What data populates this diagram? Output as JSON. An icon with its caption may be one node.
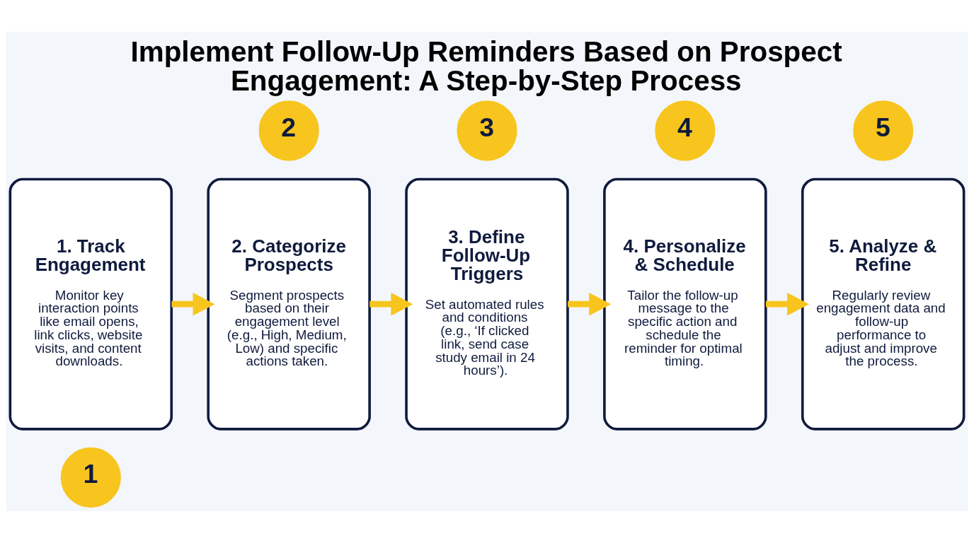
{
  "diagram": {
    "title": "Implement Follow-Up Reminders Based on Prospect Engagement: A Step-by-Step Process",
    "nodes": [
      {
        "text": [
          "1"
        ]
      },
      {
        "text": [
          "1. Track Engagement",
          "Monitor key interaction points like email opens, link clicks, website visits, and content downloads."
        ]
      },
      {
        "text": [
          "2"
        ]
      },
      {
        "text": [
          "2. Categorize Prospects",
          "Segment prospects based on their engagement level (e.g., High, Medium, Low) and specific actions taken."
        ]
      },
      {
        "text": [
          "3"
        ]
      },
      {
        "text": [
          "3. Define Follow-Up Triggers",
          "Set automated rules and conditions (e.g., ‘If clicked link, send case study email in 24 hours’)."
        ]
      },
      {
        "text": [
          "4"
        ]
      },
      {
        "text": [
          "4. Personalize & Schedule",
          "Tailor the follow-up message to the specific action and schedule the reminder for optimal timing."
        ]
      },
      {
        "text": [
          "5"
        ]
      },
      {
        "text": [
          "5. Analyze & Refine",
          "Regularly review engagement data and follow-up performance to adjust and improve the process."
        ]
      }
    ],
    "edges": [
      {
        "from": 1,
        "to": 3,
        "arrow": "to"
      },
      {
        "from": 3,
        "to": 5,
        "arrow": "to"
      },
      {
        "from": 5,
        "to": 7,
        "arrow": "to"
      },
      {
        "from": 7,
        "to": 9,
        "arrow": "to"
      }
    ]
  }
}
